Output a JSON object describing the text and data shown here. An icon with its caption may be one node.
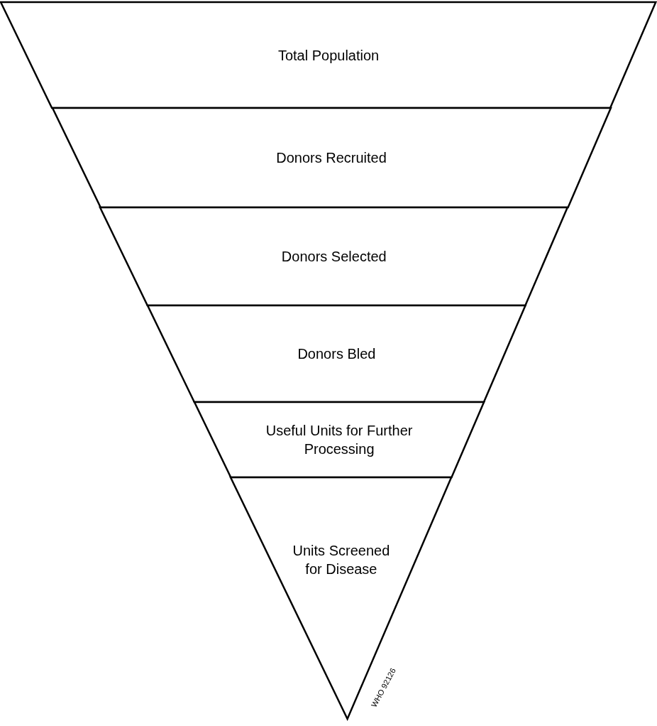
{
  "diagram": {
    "nodes": [
      {
        "text": [
          "Total Population"
        ]
      },
      {
        "text": [
          "Donors Recruited"
        ]
      },
      {
        "text": [
          "Donors Selected"
        ]
      },
      {
        "text": [
          "Donors Bled"
        ]
      },
      {
        "text": [
          "Useful Units for Further Processing"
        ]
      },
      {
        "text": [
          "Units Screened for Disease"
        ]
      }
    ],
    "labels": [
      "WHO 92126"
    ]
  }
}
